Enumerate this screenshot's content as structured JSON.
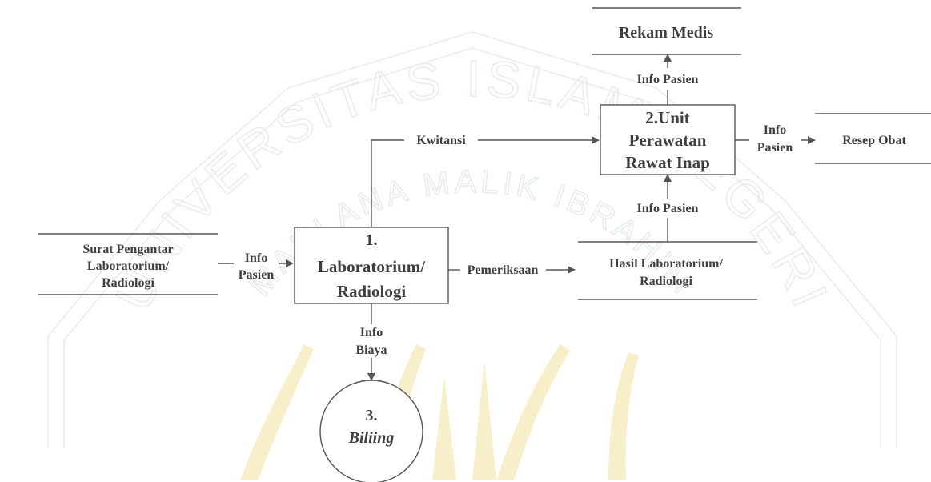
{
  "watermark": {
    "outer_text": "UNIVERSITAS ISLAM NEGERI",
    "inner_text": "MAULANA MALIK IBRAHIM",
    "outline_color": "#e6eee6",
    "emblem_color": "#f6efc9"
  },
  "processes": {
    "p1": {
      "number": "1.",
      "line1": "Laboratorium/",
      "line2": "Radiologi"
    },
    "p2": {
      "line1": "2.Unit",
      "line2": "Perawatan",
      "line3": "Rawat Inap"
    },
    "p3": {
      "number": "3.",
      "name": "Biliing"
    }
  },
  "stores": {
    "surat": {
      "line1": "Surat Pengantar",
      "line2": "Laboratorium/",
      "line3": "Radiologi"
    },
    "hasil": {
      "line1": "Hasil Laboratorium/",
      "line2": "Radiologi"
    },
    "rekam": {
      "label": "Rekam Medis"
    },
    "resep": {
      "label": "Resep Obat"
    }
  },
  "flows": {
    "info_pasien_in": {
      "line1": "Info",
      "line2": "Pasien"
    },
    "kwitansi": "Kwitansi",
    "pemeriksaan": "Pemeriksaan",
    "info_biaya": {
      "line1": "Info",
      "line2": "Biaya"
    },
    "info_pasien_up": "Info Pasien",
    "info_pasien_rekam": "Info Pasien",
    "info_pasien_resep": {
      "line1": "Info",
      "line2": "Pasien"
    }
  },
  "colors": {
    "line": "#555555",
    "text": "#3f3f3f"
  }
}
